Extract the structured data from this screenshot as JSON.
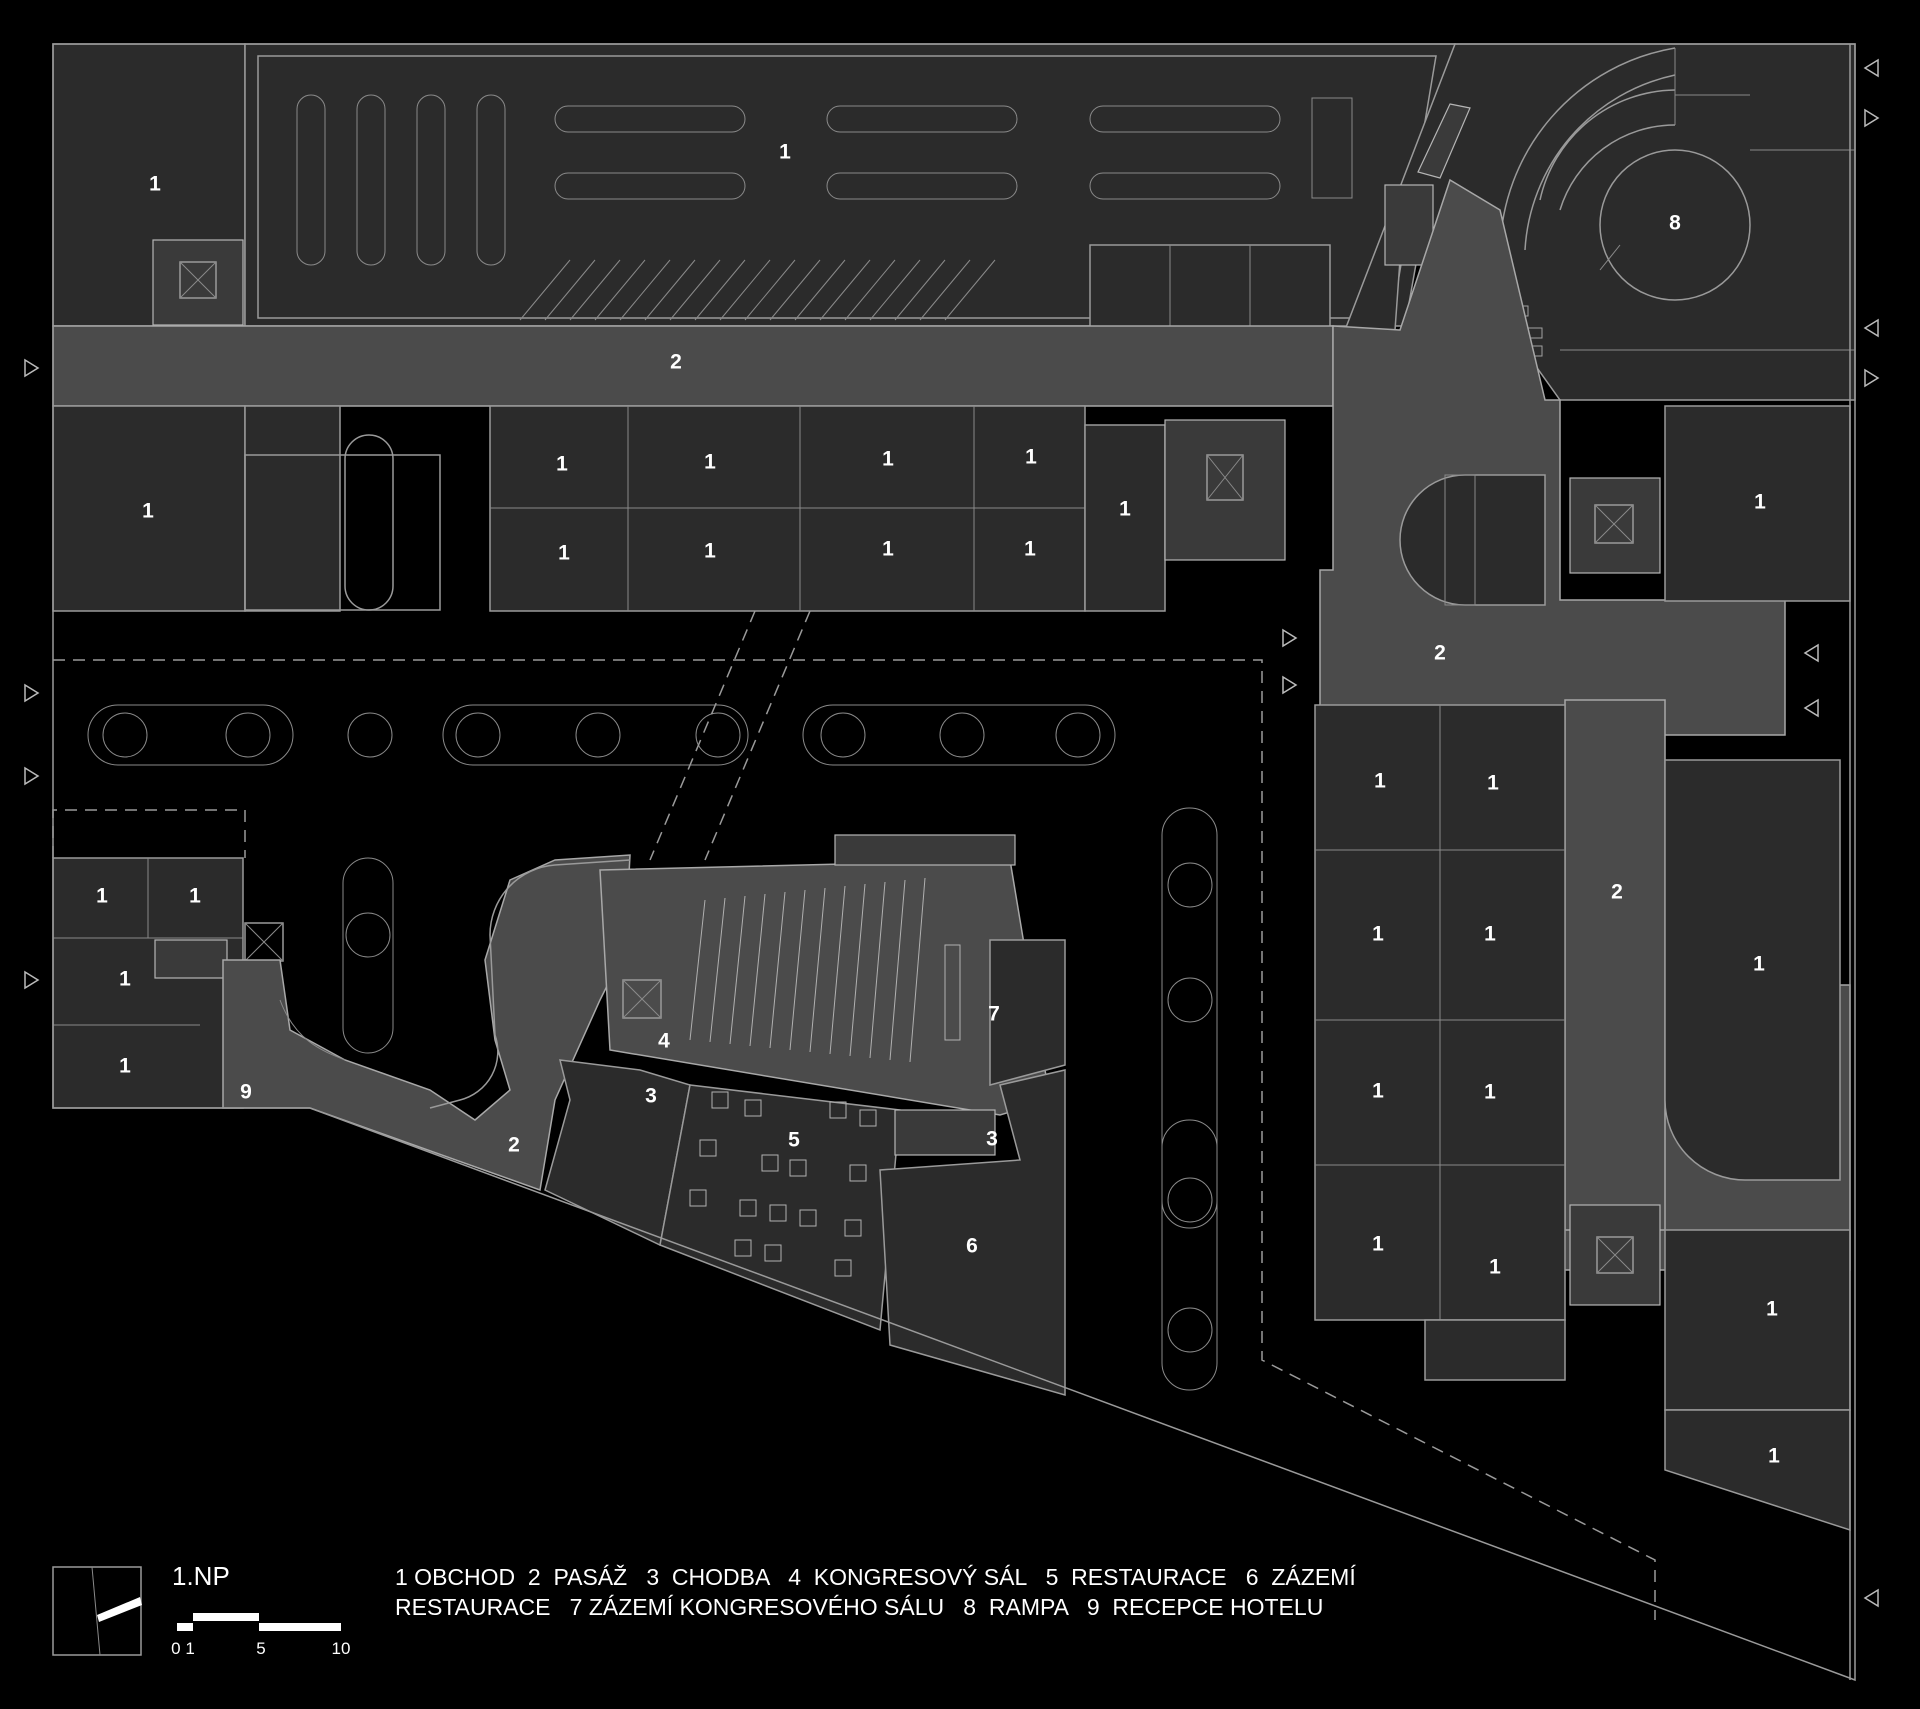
{
  "drawing": {
    "title": "1.NP",
    "legend_line1": "1 OBCHOD  2  PASÁŽ   3  CHODBA   4  KONGRESOVÝ SÁL   5  RESTAURACE   6  ZÁZEMÍ",
    "legend_line2": "RESTAURACE   7 ZÁZEMÍ KONGRESOVÉHO SÁLU   8  RAMPA   9  RECEPCE HOTELU",
    "scale_labels": [
      "0 1",
      "5",
      "10"
    ]
  },
  "legend": [
    {
      "number": "1",
      "name": "OBCHOD"
    },
    {
      "number": "2",
      "name": "PASÁŽ"
    },
    {
      "number": "3",
      "name": "CHODBA"
    },
    {
      "number": "4",
      "name": "KONGRESOVÝ SÁL"
    },
    {
      "number": "5",
      "name": "RESTAURACE"
    },
    {
      "number": "6",
      "name": "ZÁZEMÍ RESTAURACE"
    },
    {
      "number": "7",
      "name": "ZÁZEMÍ KONGRESOVÉHO SÁLU"
    },
    {
      "number": "8",
      "name": "RAMPA"
    },
    {
      "number": "9",
      "name": "RECEPCE HOTELU"
    }
  ],
  "room_labels": {
    "shop": "1",
    "passage": "2",
    "corridor": "3",
    "congress_hall": "4",
    "restaurant": "5",
    "restaurant_back": "6",
    "congress_back": "7",
    "ramp": "8",
    "reception": "9"
  },
  "colors": {
    "background": "#000000",
    "shop_fill": "#2b2b2b",
    "passage_fill": "#4b4b4b",
    "lines": "#9a9a9a",
    "text": "#ffffff"
  }
}
